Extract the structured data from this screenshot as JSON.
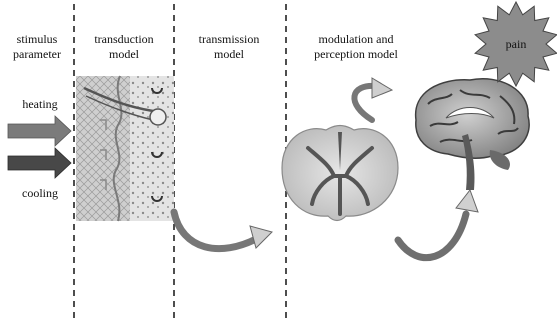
{
  "columns": {
    "stimulus": {
      "line1": "stimulus",
      "line2": "parameter"
    },
    "transduction": {
      "line1": "transduction",
      "line2": "model"
    },
    "transmission": {
      "line1": "transmission",
      "line2": "model"
    },
    "modulation": {
      "line1": "modulation and",
      "line2": "perception model"
    }
  },
  "inputs": {
    "heating": "heating",
    "cooling": "cooling"
  },
  "pain_label": "pain",
  "colors": {
    "heating_arrow": "#7b7b7b",
    "cooling_arrow": "#4a4a4a",
    "pain_star": "#8c8c8c",
    "skin_tissue": "#c9c9c9",
    "spinal_cord": "#bdbdbd",
    "brain": "#a3a3a3"
  },
  "icons": [
    "heating-arrow-icon",
    "cooling-arrow-icon",
    "skin-tissue-icon",
    "spinal-cord-section-icon",
    "brain-icon",
    "pain-starburst-icon",
    "curved-arrow-icon"
  ]
}
